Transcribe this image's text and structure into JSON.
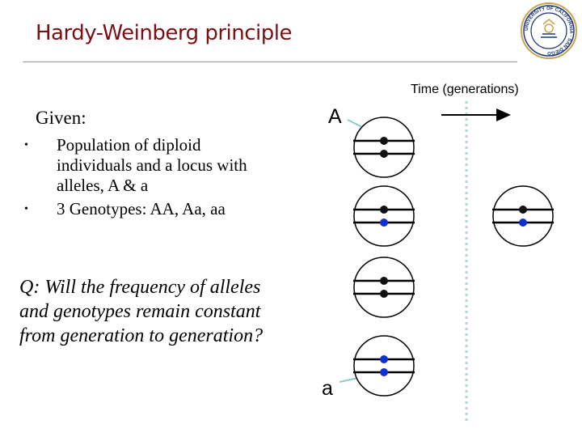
{
  "slide": {
    "title": "Hardy-Weinberg principle",
    "time_label": "Time (generations)",
    "given_label": "Given:",
    "bullets": [
      "Population of diploid individuals and a locus with alleles, A & a",
      "3 Genotypes: AA, Aa, aa"
    ],
    "question": "Q: Will the frequency of alleles and genotypes remain constant from generation to generation?",
    "allele_upper": "A",
    "allele_lower": "a",
    "seal_text": "UNIVERSITY OF CALIFORNIA · SAN DIEGO"
  },
  "colors": {
    "title": "#7a0f14",
    "allele_A_dot": "#111111",
    "allele_a_dot": "#1030d0",
    "arrow": "#8ec8d8",
    "seal": "#1f3a78",
    "seal_gold": "#c8a44a",
    "dotted_line": "#a8d8dc"
  },
  "individuals": [
    {
      "genotype": "AA",
      "alleles": [
        "A",
        "A"
      ]
    },
    {
      "genotype": "Aa",
      "alleles": [
        "A",
        "a"
      ]
    },
    {
      "genotype": "AA",
      "alleles": [
        "A",
        "A"
      ]
    },
    {
      "genotype": "aa",
      "alleles": [
        "a",
        "a"
      ]
    },
    {
      "genotype": "Aa",
      "alleles": [
        "A",
        "a"
      ]
    }
  ]
}
